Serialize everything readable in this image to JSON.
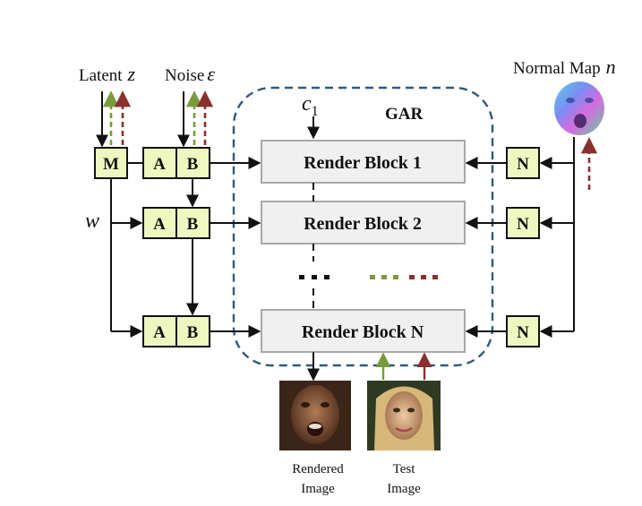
{
  "colors": {
    "box_green": "#eef7c0",
    "render_fill": "#f0f0f0",
    "render_stroke": "#a8a8a8",
    "dashed_container": "#2e5a80",
    "green_arrow": "#7a9a3c",
    "red_arrow": "#8b2f2f",
    "black": "#111111"
  },
  "inputs": {
    "latent_label": "Latent",
    "latent_symbol": "z",
    "noise_label": "Noise",
    "noise_symbol": "ε",
    "normal_map_label": "Normal Map",
    "normal_map_symbol": "n",
    "w_symbol": "w",
    "c1_symbol": "c",
    "c1_subscript": "1"
  },
  "container": {
    "title": "GAR"
  },
  "blocks": {
    "m": "M",
    "a": "A",
    "b": "B",
    "n": "N"
  },
  "render_blocks": [
    "Render Block 1",
    "Render Block 2",
    "Render Block N"
  ],
  "ellipsis": "• • •",
  "outputs": {
    "rendered_line1": "Rendered",
    "rendered_line2": "Image",
    "test_line1": "Test",
    "test_line2": "Image"
  },
  "icons": {
    "normal_map": "normal-map-face-thumbnail",
    "rendered": "rendered-face-thumbnail",
    "test": "test-face-thumbnail"
  }
}
